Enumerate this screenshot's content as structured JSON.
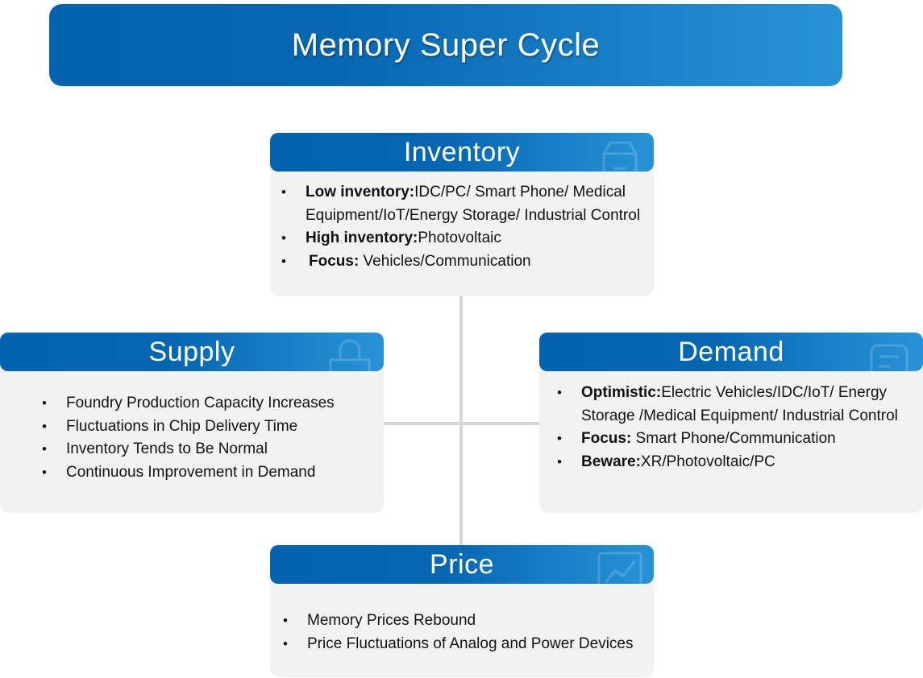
{
  "title": "Memory Super Cycle",
  "colors": {
    "header_gradient_start": "#0462ae",
    "header_gradient_end": "#2793d6",
    "card_background": "#f2f2f2",
    "connector": "#d6d6d6",
    "header_text": "#ffffff"
  },
  "inventory": {
    "title": "Inventory",
    "icon": "box-icon",
    "items": [
      {
        "label": "Low inventory:",
        "text": "IDC/PC/ Smart Phone/ Medical Equipment/IoT/Energy Storage/ Industrial Control"
      },
      {
        "label": "High inventory:",
        "text": "Photovoltaic"
      },
      {
        "label": "Focus:",
        "text": " Vehicles/Communication"
      }
    ]
  },
  "supply": {
    "title": "Supply",
    "icon": "factory-icon",
    "items": [
      {
        "label": "",
        "text": "Foundry Production Capacity Increases"
      },
      {
        "label": "",
        "text": "Fluctuations in Chip Delivery Time"
      },
      {
        "label": "",
        "text": "Inventory Tends to Be Normal"
      },
      {
        "label": "",
        "text": "Continuous Improvement in Demand"
      }
    ]
  },
  "demand": {
    "title": "Demand",
    "icon": "document-icon",
    "items": [
      {
        "label": "Optimistic:",
        "text": "Electric Vehicles/IDC/IoT/ Energy Storage /Medical Equipment/ Industrial Control"
      },
      {
        "label": "Focus:",
        "text": " Smart Phone/Communication"
      },
      {
        "label": "Beware:",
        "text": "XR/Photovoltaic/PC"
      }
    ]
  },
  "price": {
    "title": "Price",
    "icon": "chart-monitor-icon",
    "items": [
      {
        "label": "",
        "text": "Memory Prices Rebound"
      },
      {
        "label": "",
        "text": "Price Fluctuations of Analog and Power Devices"
      }
    ]
  }
}
